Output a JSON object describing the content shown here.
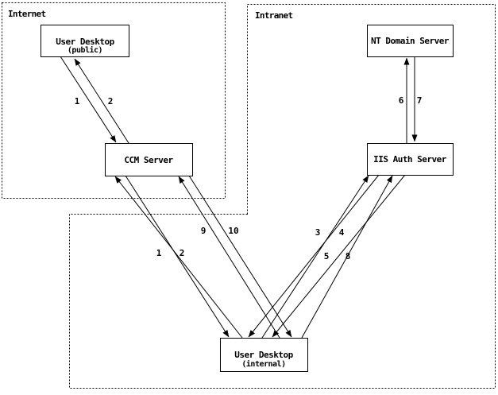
{
  "diagram": {
    "colors": {
      "ink": "#000000",
      "background": "#ffffff"
    },
    "zones": {
      "internet": {
        "label": "Internet"
      },
      "intranet": {
        "label": "Intranet"
      }
    },
    "nodes": {
      "desktop_public": {
        "title": "User Desktop",
        "subtitle": "(public)",
        "zone": "Internet"
      },
      "ccm": {
        "title": "CCM Server",
        "zone": "Internet"
      },
      "nt": {
        "title": "NT Domain Server",
        "zone": "Intranet"
      },
      "iis": {
        "title": "IIS Auth Server",
        "zone": "Intranet"
      },
      "desktop_internal": {
        "title": "User Desktop",
        "subtitle": "(internal)",
        "zone": "Intranet"
      }
    },
    "edges": {
      "a1": {
        "label": "1",
        "from": "User Desktop (public)",
        "to": "CCM Server"
      },
      "a2": {
        "label": "2",
        "from": "CCM Server",
        "to": "User Desktop (public)"
      },
      "b1": {
        "label": "1",
        "from": "User Desktop (internal)",
        "to": "CCM Server"
      },
      "b2": {
        "label": "2",
        "from": "CCM Server",
        "to": "User Desktop (internal)"
      },
      "c9": {
        "label": "9",
        "from": "User Desktop (internal)",
        "to": "CCM Server"
      },
      "c10": {
        "label": "10",
        "from": "CCM Server",
        "to": "User Desktop (internal)"
      },
      "d3": {
        "label": "3",
        "from": "User Desktop (internal)",
        "to": "IIS Auth Server"
      },
      "d4": {
        "label": "4",
        "from": "IIS Auth Server",
        "to": "User Desktop (internal)"
      },
      "e5": {
        "label": "5",
        "from": "User Desktop (internal)",
        "to": "IIS Auth Server"
      },
      "e8": {
        "label": "8",
        "from": "IIS Auth Server",
        "to": "User Desktop (internal)"
      },
      "v6": {
        "label": "6",
        "from": "IIS Auth Server",
        "to": "NT Domain Server"
      },
      "v7": {
        "label": "7",
        "from": "NT Domain Server",
        "to": "IIS Auth Server"
      }
    }
  }
}
